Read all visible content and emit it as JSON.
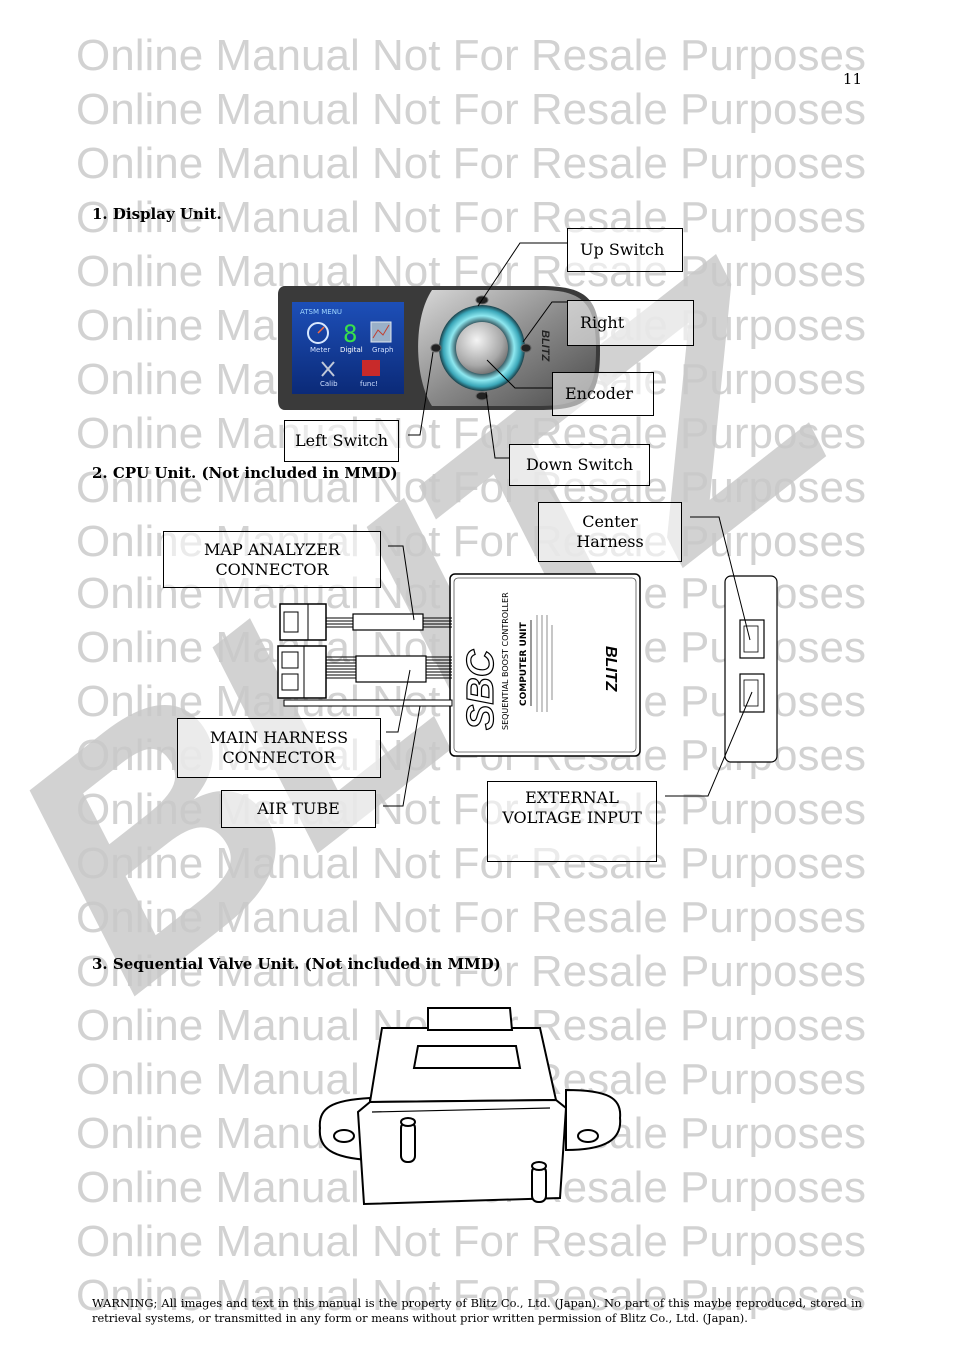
{
  "watermark": {
    "line_text": "Online Manual Not For Resale Purposes",
    "brand_text": "BLITZ"
  },
  "page_number": "11",
  "sections": {
    "display_unit": {
      "heading": "1. Display Unit.",
      "screen_labels": {
        "title": "ATSM MENU",
        "meter": "Meter",
        "digital": "Digital",
        "graph": "Graph",
        "calib": "Calib",
        "func": "func!",
        "digit": "8"
      },
      "callouts": {
        "up_switch": "Up Switch",
        "right": "Right",
        "encoder": "Encoder",
        "left_switch": "Left Switch",
        "down_switch": "Down Switch"
      }
    },
    "cpu_unit": {
      "heading": "2. CPU Unit. (Not included in MMD)",
      "device_text": {
        "sbc": "SBC",
        "line1": "SEQUENTIAL BOOST CONTROLLER",
        "line2": "COMPUTER UNIT",
        "brand": "BLITZ"
      },
      "callouts": {
        "center_harness": [
          "Center",
          "Harness"
        ],
        "map_analyzer": [
          "MAP ANALYZER",
          "CONNECTOR"
        ],
        "main_harness": [
          "MAIN HARNESS",
          "CONNECTOR"
        ],
        "air_tube": "AIR TUBE",
        "external_voltage": [
          "EXTERNAL",
          "VOLTAGE INPUT"
        ]
      }
    },
    "valve_unit": {
      "heading": "3. Sequential Valve Unit. (Not included in MMD)"
    }
  },
  "warning": "WARNING; All images and text in this manual is the property of Blitz Co., Ltd. (Japan). No part of this maybe reproduced, stored in retrieval systems, or transmitted in any form or means without prior written permission of Blitz Co., Ltd. (Japan)."
}
